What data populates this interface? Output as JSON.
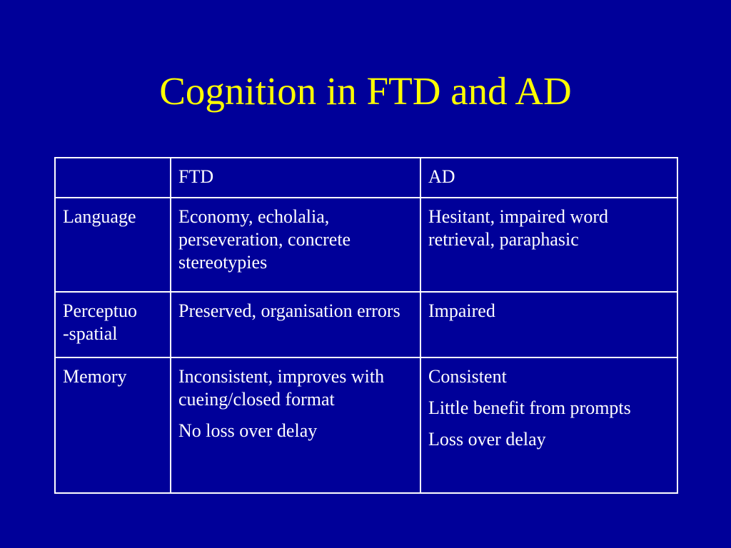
{
  "slide": {
    "title": "Cognition in FTD and AD",
    "colors": {
      "background": "#000099",
      "title": "#ffff00",
      "text": "#ffffff",
      "border": "#ffffff"
    }
  },
  "table": {
    "headers": [
      "",
      "FTD",
      "AD"
    ],
    "rows": [
      {
        "label": "Language",
        "ftd": [
          "Economy, echolalia, perseveration, concrete stereotypies"
        ],
        "ad": [
          "Hesitant, impaired word retrieval, paraphasic"
        ]
      },
      {
        "label": "Perceptuo-spatial",
        "label_line1": "Perceptuo",
        "label_line2": "-spatial",
        "ftd": [
          "Preserved, organisation errors"
        ],
        "ad": [
          "Impaired"
        ]
      },
      {
        "label": "Memory",
        "ftd": [
          "Inconsistent, improves with cueing/closed format",
          "No loss over delay"
        ],
        "ad": [
          "Consistent",
          "Little benefit from prompts",
          "Loss over delay"
        ]
      }
    ]
  }
}
